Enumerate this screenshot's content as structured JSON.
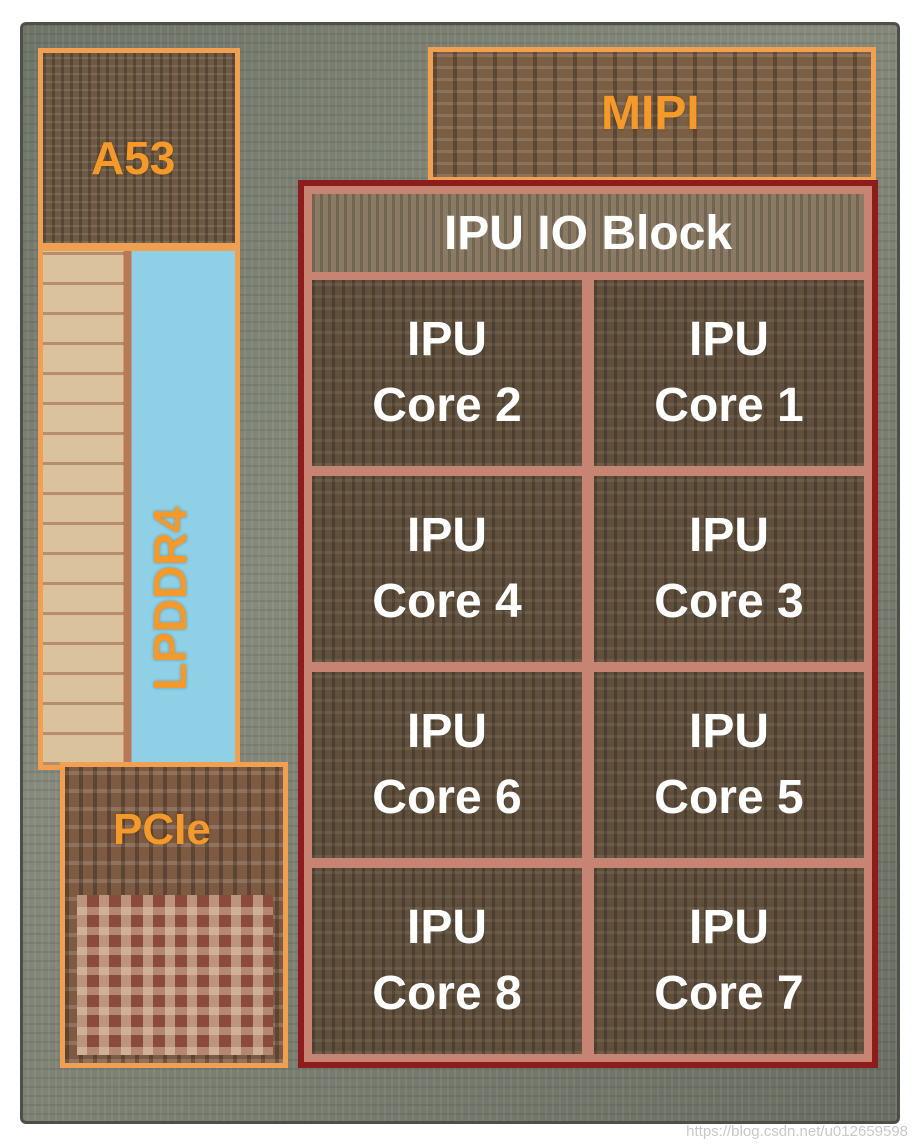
{
  "labels": {
    "a53": "A53",
    "mipi": "MIPI",
    "lpddr4": "LPDDR4",
    "pcie": "PCIe",
    "ipu_io_block": "IPU IO Block"
  },
  "cores": [
    {
      "line1": "IPU",
      "line2": "Core 2"
    },
    {
      "line1": "IPU",
      "line2": "Core 1"
    },
    {
      "line1": "IPU",
      "line2": "Core 4"
    },
    {
      "line1": "IPU",
      "line2": "Core 3"
    },
    {
      "line1": "IPU",
      "line2": "Core 6"
    },
    {
      "line1": "IPU",
      "line2": "Core 5"
    },
    {
      "line1": "IPU",
      "line2": "Core 8"
    },
    {
      "line1": "IPU",
      "line2": "Core 7"
    }
  ],
  "watermark": "https://blog.csdn.net/u012659598",
  "colors": {
    "block_outline": "#f0a050",
    "block_label": "#f59a2a",
    "ipu_outline": "#8d1d1d",
    "core_text": "#ffffff"
  }
}
